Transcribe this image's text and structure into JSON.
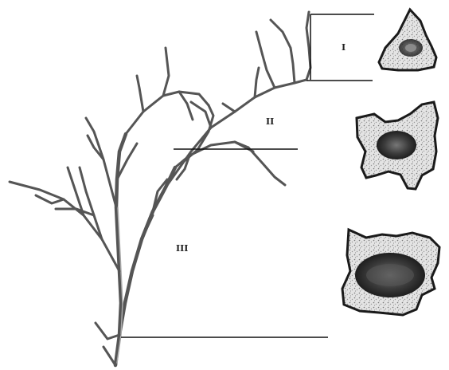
{
  "figure": {
    "zones": [
      {
        "id": "I",
        "label": "I"
      },
      {
        "id": "II",
        "label": "II"
      },
      {
        "id": "III",
        "label": "III"
      }
    ],
    "colors": {
      "stem": "#4a4a4a",
      "stem_light": "#9a9a9a",
      "cortex": "#d9d9d9",
      "outline": "#1a1a1a",
      "medulla": "#3a3a3a",
      "line": "#111111"
    }
  }
}
